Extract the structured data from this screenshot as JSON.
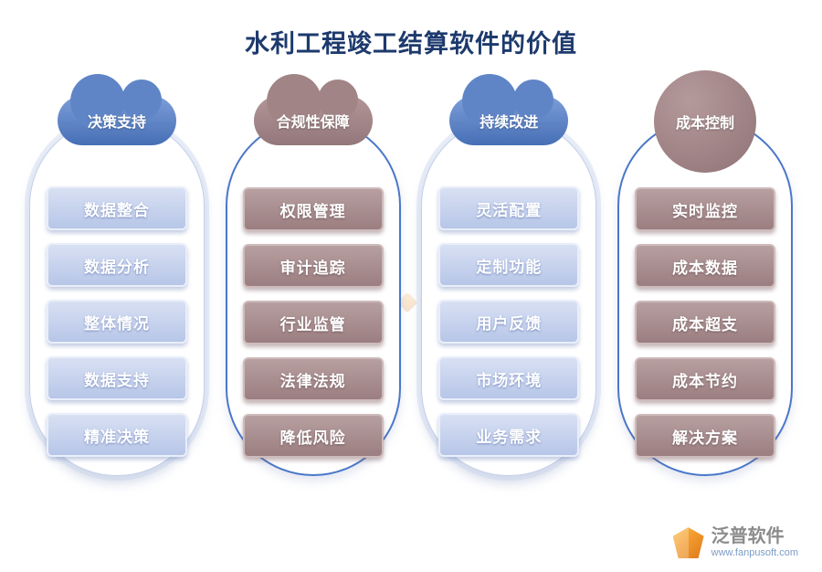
{
  "title": "水利工程竣工结算软件的价值",
  "columns": [
    {
      "header": "决策支持",
      "theme": "blue",
      "shape": "cloud",
      "items": [
        "数据整合",
        "数据分析",
        "整体情况",
        "数据支持",
        "精准决策"
      ]
    },
    {
      "header": "合规性保障",
      "theme": "mauve",
      "shape": "cloud",
      "items": [
        "权限管理",
        "审计追踪",
        "行业监管",
        "法律法规",
        "降低风险"
      ]
    },
    {
      "header": "持续改进",
      "theme": "blue",
      "shape": "cloud",
      "items": [
        "灵活配置",
        "定制功能",
        "用户反馈",
        "市场环境",
        "业务需求"
      ]
    },
    {
      "header": "成本控制",
      "theme": "mauve",
      "shape": "circle",
      "items": [
        "实时监控",
        "成本数据",
        "成本超支",
        "成本节约",
        "解决方案"
      ]
    }
  ],
  "watermark": "泛普软件",
  "footer": {
    "brand": "泛普软件",
    "url": "www.fanpusoft.com"
  },
  "colors": {
    "title_text": "#1d3a6d",
    "blue_shape": "#5b82c4",
    "blue_item": "#bcc9e8",
    "mauve_shape": "#9e8183",
    "mauve_item": "#a68a8c",
    "panel_border_blue": "#4a77c8",
    "logo_orange": "#f29a2e",
    "item_text": "#ffffff"
  }
}
